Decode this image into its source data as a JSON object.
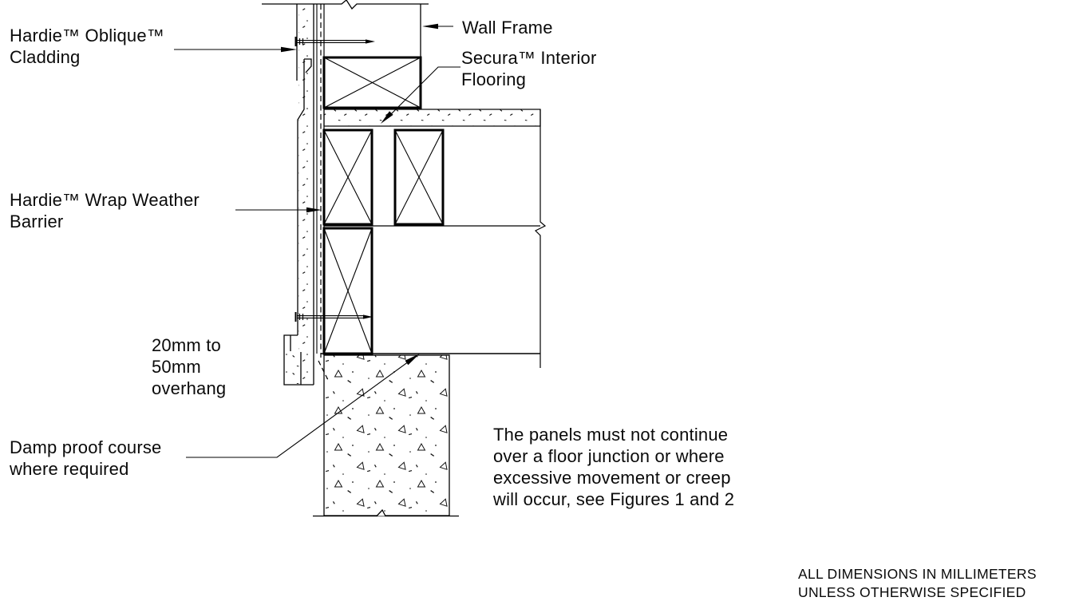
{
  "colors": {
    "ink": "#000000",
    "paper": "#ffffff"
  },
  "callouts": {
    "cladding": "Hardie™ Oblique™\nCladding",
    "wall_frame": "Wall Frame",
    "interior_flooring": "Secura™ Interior\nFlooring",
    "weather_barrier": "Hardie™ Wrap Weather\nBarrier",
    "overhang": "20mm to\n50mm\noverhang",
    "damp_proof_course": "Damp proof course\nwhere required"
  },
  "notes": {
    "panel_note": "The panels must not continue\nover a floor junction or where\nexcessive movement or creep\nwill occur, see Figures 1 and 2",
    "dimensions_note": "ALL DIMENSIONS IN MILLIMETERS\nUNLESS OTHERWISE SPECIFIED"
  }
}
